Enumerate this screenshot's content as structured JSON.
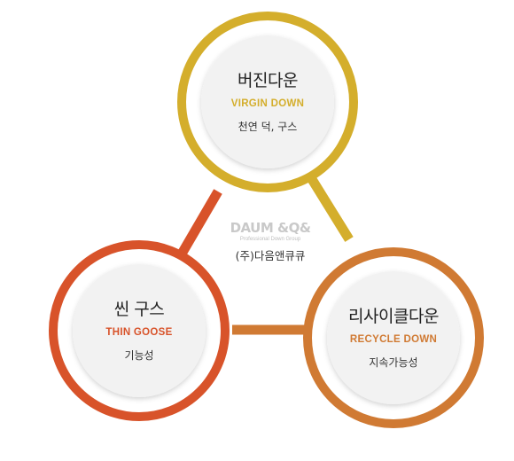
{
  "nodes": [
    {
      "id": "virgin",
      "title": "버진다운",
      "subtitle": "VIRGIN DOWN",
      "description": "천연 덕, 구스",
      "color": "#D4AE2C"
    },
    {
      "id": "thin",
      "title": "씬 구스",
      "subtitle": "THIN GOOSE",
      "description": "기능성",
      "color": "#D8532A"
    },
    {
      "id": "recycle",
      "title": "리사이클다운",
      "subtitle": "RECYCLE DOWN",
      "description": "지속가능성",
      "color": "#D07A33"
    }
  ],
  "center": {
    "brand": "DAUM &Q&",
    "brand_sub": "Professional Down Group",
    "company": "(주)다음앤큐큐"
  },
  "colors": {
    "inner_fill": "#F2F2F2",
    "background": "#FFFFFF"
  }
}
